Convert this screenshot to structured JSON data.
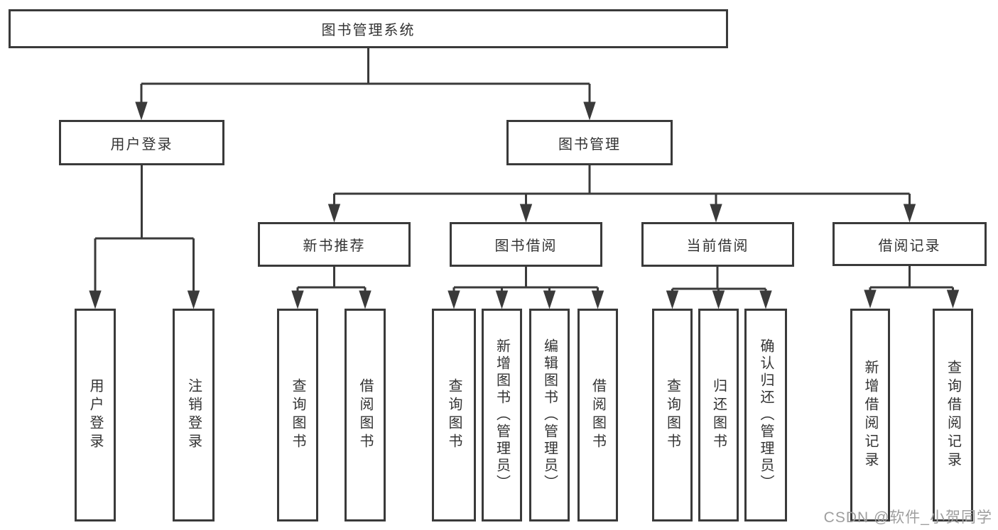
{
  "diagram": {
    "root": {
      "label": "图书管理系统"
    },
    "level2": [
      {
        "label": "用户登录"
      },
      {
        "label": "图书管理"
      }
    ],
    "level3": [
      {
        "label": "新书推荐"
      },
      {
        "label": "图书借阅"
      },
      {
        "label": "当前借阅"
      },
      {
        "label": "借阅记录"
      }
    ],
    "leaves": {
      "user_login": [
        {
          "label": "用户登录"
        },
        {
          "label": "注销登录"
        }
      ],
      "new_book_recommend": [
        {
          "label": "查询图书"
        },
        {
          "label": "借阅图书"
        }
      ],
      "book_borrowing": [
        {
          "label": "查询图书"
        },
        {
          "label": "新增图书（管理员）"
        },
        {
          "label": "编辑图书（管理员）"
        },
        {
          "label": "借阅图书"
        }
      ],
      "current_borrowing": [
        {
          "label": "查询图书"
        },
        {
          "label": "归还图书"
        },
        {
          "label": "确认归还（管理员）"
        }
      ],
      "borrowing_records": [
        {
          "label": "新增借阅记录"
        },
        {
          "label": "查询借阅记录"
        }
      ]
    }
  },
  "colors": {
    "line": "#3a3a3a",
    "text": "#333333",
    "watermark": "#9e9e9e"
  },
  "watermark": "CSDN @软件_小贺同学"
}
